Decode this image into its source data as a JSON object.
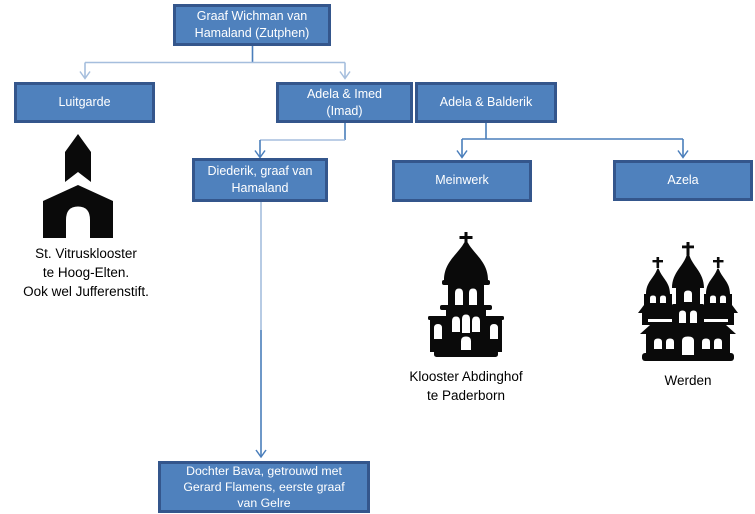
{
  "diagram": {
    "type": "family-tree",
    "title": "Genealogy of Graaf Wichman van Hamaland",
    "nodes": {
      "wichman": "Graaf Wichman van\nHamaland (Zutphen)",
      "luitgarde": "Luitgarde",
      "adela_imed": "Adela & Imed\n(Imad)",
      "adela_balderik": "Adela & Balderik",
      "diederik": "Diederik, graaf van\nHamaland",
      "meinwerk": "Meinwerk",
      "azela": "Azela",
      "bava": "Dochter Bava, getrouwd met\nGerard Flamens, eerste graaf\nvan Gelre"
    },
    "edges": [
      {
        "from": "wichman",
        "to": "luitgarde"
      },
      {
        "from": "wichman",
        "to": "adela_imed"
      },
      {
        "from": "adela_imed",
        "to": "diederik"
      },
      {
        "from": "adela_balderik",
        "to": "meinwerk"
      },
      {
        "from": "adela_balderik",
        "to": "azela"
      },
      {
        "from": "diederik",
        "to": "bava"
      }
    ],
    "captions": {
      "elten": "St. Vitrusklooster\nte Hoog-Elten.\nOok wel Jufferenstift.",
      "paderborn": "Klooster Abdinghof\nte Paderborn",
      "werden": "Werden"
    },
    "icons": {
      "elten": "church-icon",
      "paderborn": "domed-monastery-icon",
      "werden": "triple-domed-abbey-icon"
    },
    "colors": {
      "node_fill": "#4F81BD",
      "node_border": "#34568C",
      "node_text": "#FFFFFF",
      "connector_light": "#A5BEDD",
      "connector_dark": "#4A7EBB",
      "icon_black": "#0A0A0A",
      "background": "#FFFFFF"
    }
  }
}
